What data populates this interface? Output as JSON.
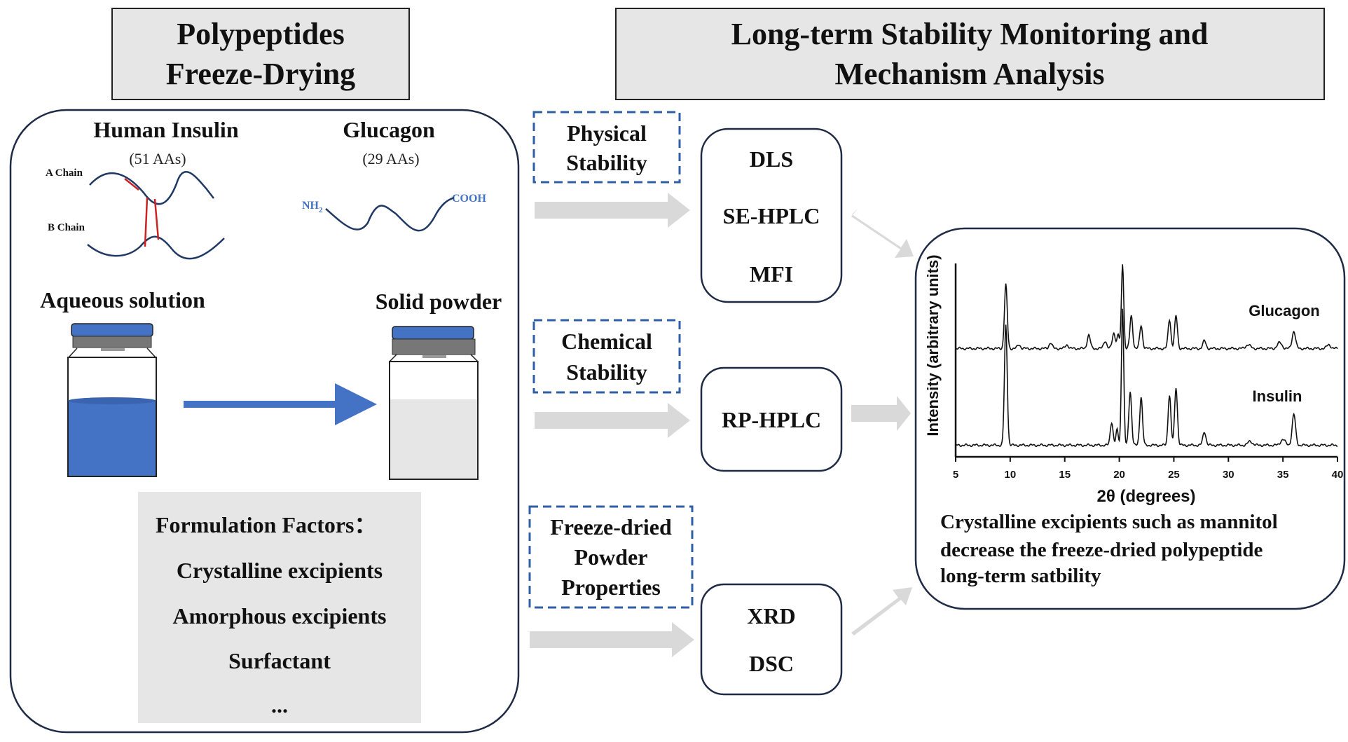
{
  "left_panel": {
    "header_line1": "Polypeptides",
    "header_line2": "Freeze-Drying",
    "insulin_title": "Human Insulin",
    "insulin_aas": "(51 AAs)",
    "a_chain_label": "A Chain",
    "b_chain_label": "B Chain",
    "glucagon_title": "Glucagon",
    "glucagon_aas": "(29 AAs)",
    "nh2_label": "NH",
    "nh2_sub": "2",
    "cooh_label": "COOH",
    "aqueous_label": "Aqueous solution",
    "solid_label": "Solid powder",
    "factors_title": "Formulation Factors：",
    "factors": [
      "Crystalline excipients",
      "Amorphous excipients",
      "Surfactant",
      "..."
    ]
  },
  "right_header": {
    "line1": "Long-term Stability Monitoring and",
    "line2": "Mechanism Analysis"
  },
  "categories": {
    "physical_1": "Physical",
    "physical_2": "Stability",
    "chemical_1": "Chemical",
    "chemical_2": "Stability",
    "powder_1": "Freeze-dried",
    "powder_2": "Powder",
    "powder_3": "Properties"
  },
  "methods": {
    "dls": "DLS",
    "sehplc": "SE-HPLC",
    "mfi": "MFI",
    "rphplc": "RP-HPLC",
    "xrd": "XRD",
    "dsc": "DSC"
  },
  "conclusion": {
    "line1": "Crystalline excipients such as mannitol",
    "line2": "decrease the freeze-dried polypeptide",
    "line3": "long-term satbility"
  },
  "colors": {
    "vial_blue": "#4472c4",
    "arrow_blue": "#4472c4",
    "arrow_gray": "#d9d9d9",
    "header_fill": "#e6e6e6",
    "factors_fill": "#e6e6e6",
    "panel_border": "#1f2a44",
    "dashed_border": "#2e5fa6",
    "disulfide_red": "#cc2222"
  },
  "chart_data": {
    "type": "line",
    "xlabel": "2θ (degrees)",
    "ylabel": "Intensity (arbitrary units)",
    "xlim": [
      5,
      40
    ],
    "x_ticks": [
      "5",
      "10",
      "15",
      "20",
      "25",
      "30",
      "35",
      "40"
    ],
    "y_ticks": [],
    "grid": false,
    "series": [
      {
        "name": "Glucagon",
        "baseline": 0.56,
        "peaks": [
          {
            "x": 9.6,
            "height": 0.33,
            "width": 0.18
          },
          {
            "x": 10.8,
            "height": 0.02,
            "width": 0.2
          },
          {
            "x": 13.7,
            "height": 0.03,
            "width": 0.2
          },
          {
            "x": 15.2,
            "height": 0.02,
            "width": 0.2
          },
          {
            "x": 17.2,
            "height": 0.07,
            "width": 0.2
          },
          {
            "x": 18.7,
            "height": 0.04,
            "width": 0.2
          },
          {
            "x": 19.5,
            "height": 0.08,
            "width": 0.2
          },
          {
            "x": 19.9,
            "height": 0.07,
            "width": 0.15
          },
          {
            "x": 20.3,
            "height": 0.44,
            "width": 0.15
          },
          {
            "x": 21.1,
            "height": 0.17,
            "width": 0.18
          },
          {
            "x": 22.0,
            "height": 0.12,
            "width": 0.18
          },
          {
            "x": 24.6,
            "height": 0.15,
            "width": 0.18
          },
          {
            "x": 25.2,
            "height": 0.17,
            "width": 0.18
          },
          {
            "x": 27.8,
            "height": 0.04,
            "width": 0.2
          },
          {
            "x": 31.8,
            "height": 0.02,
            "width": 0.3
          },
          {
            "x": 34.7,
            "height": 0.03,
            "width": 0.3
          },
          {
            "x": 36.0,
            "height": 0.09,
            "width": 0.22
          },
          {
            "x": 39.2,
            "height": 0.02,
            "width": 0.25
          }
        ]
      },
      {
        "name": "Insulin",
        "baseline": 0.06,
        "peaks": [
          {
            "x": 9.6,
            "height": 0.62,
            "width": 0.18
          },
          {
            "x": 19.3,
            "height": 0.12,
            "width": 0.18
          },
          {
            "x": 19.8,
            "height": 0.08,
            "width": 0.15
          },
          {
            "x": 20.3,
            "height": 0.71,
            "width": 0.15
          },
          {
            "x": 21.0,
            "height": 0.28,
            "width": 0.18
          },
          {
            "x": 22.0,
            "height": 0.25,
            "width": 0.18
          },
          {
            "x": 24.6,
            "height": 0.26,
            "width": 0.18
          },
          {
            "x": 25.2,
            "height": 0.3,
            "width": 0.18
          },
          {
            "x": 27.8,
            "height": 0.07,
            "width": 0.2
          },
          {
            "x": 32.0,
            "height": 0.02,
            "width": 0.3
          },
          {
            "x": 35.0,
            "height": 0.03,
            "width": 0.3
          },
          {
            "x": 36.0,
            "height": 0.16,
            "width": 0.22
          }
        ]
      }
    ]
  }
}
